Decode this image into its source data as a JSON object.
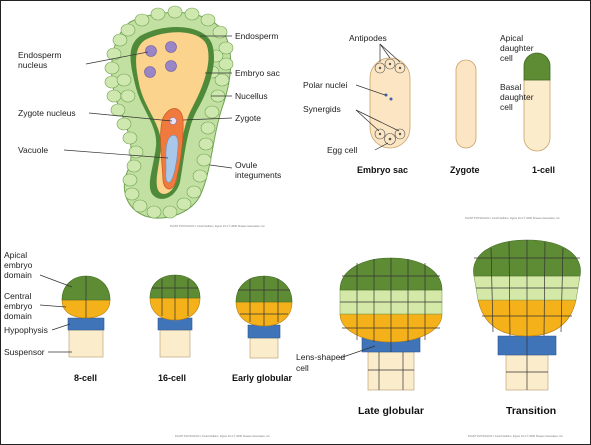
{
  "top_left": {
    "labels": {
      "endosperm": "Endosperm",
      "endosperm_nucleus_1": "Endosperm",
      "endosperm_nucleus_2": "nucleus",
      "embryo_sac": "Embryo sac",
      "nucellus": "Nucellus",
      "zygote_nucleus": "Zygote nucleus",
      "zygote": "Zygote",
      "vacuole": "Vacuole",
      "ovule_integuments_1": "Ovule",
      "ovule_integuments_2": "integuments"
    },
    "credit": "PLANT PHYSIOLOGY, Fourth Edition, Figure 16.4 © 2006 Sinauer Associates, Inc."
  },
  "top_right": {
    "labels": {
      "antipodes": "Antipodes",
      "polar_nuclei": "Polar nuclei",
      "synergids": "Synergids",
      "egg_cell": "Egg cell",
      "apical_daughter_1": "Apical",
      "apical_daughter_2": "daughter",
      "apical_daughter_3": "cell",
      "basal_daughter_1": "Basal",
      "basal_daughter_2": "daughter",
      "basal_daughter_3": "cell"
    },
    "captions": {
      "embryo_sac": "Embryo sac",
      "zygote": "Zygote",
      "one_cell": "1-cell"
    },
    "credit": "PLANT PHYSIOLOGY, Fourth Edition, Figure 16.4 © 2006 Sinauer Associates, Inc."
  },
  "bottom_left": {
    "labels": {
      "apical_domain_1": "Apical",
      "apical_domain_2": "embryo",
      "apical_domain_3": "domain",
      "central_domain_1": "Central",
      "central_domain_2": "embryo",
      "central_domain_3": "domain",
      "hypophysis": "Hypophysis",
      "suspensor": "Suspensor"
    },
    "captions": {
      "eight_cell": "8-cell",
      "sixteen_cell": "16-cell",
      "early_globular": "Early globular"
    },
    "credit": "PLANT PHYSIOLOGY, Fourth Edition, Figure 16.4 © 2006 Sinauer Associates, Inc."
  },
  "bottom_right": {
    "labels": {
      "lens_shaped_1": "Lens-shaped",
      "lens_shaped_2": "cell"
    },
    "captions": {
      "late_globular": "Late globular",
      "transition": "Transition"
    },
    "credit": "PLANT PHYSIOLOGY, Fourth Edition, Figure 16.4 © 2006 Sinauer Associates, Inc."
  },
  "colors": {
    "apical_green": "#5e8c35",
    "light_green": "#d4e9a8",
    "central_orange": "#f5b11a",
    "hypophysis_blue": "#3f74b8",
    "suspensor_cream": "#fbeccb",
    "integument_green": "#c2e0a2"
  }
}
